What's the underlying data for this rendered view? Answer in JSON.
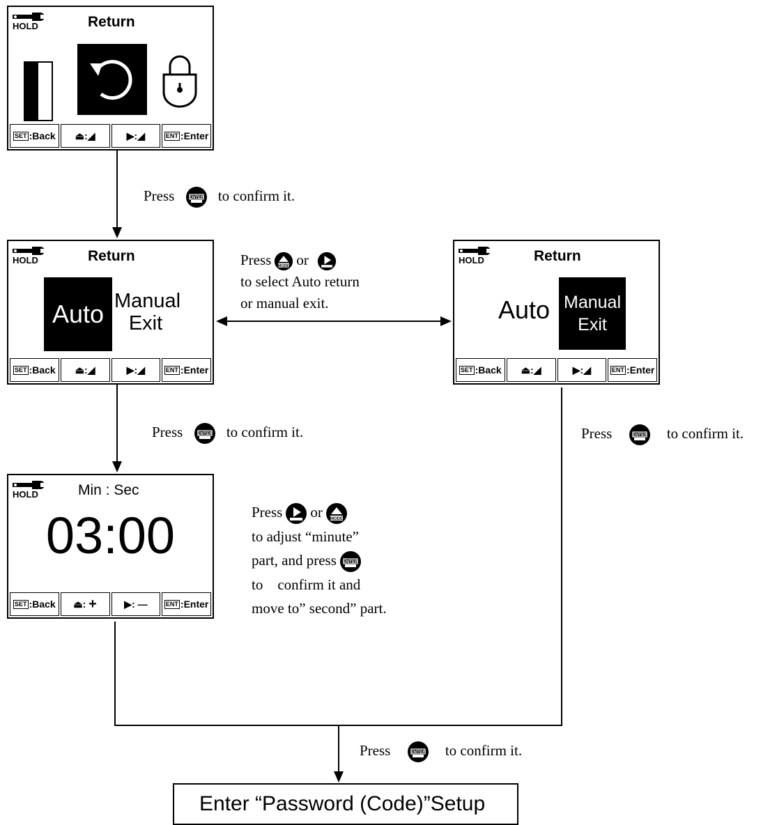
{
  "screens": {
    "s1": {
      "hold": "HOLD",
      "title": "Return",
      "keys": [
        "Back",
        "",
        "",
        "Enter"
      ]
    },
    "s2": {
      "hold": "HOLD",
      "title": "Return",
      "auto": "Auto",
      "manual": "Manual",
      "exit": "Exit",
      "keys": [
        "Back",
        "",
        "",
        "Enter"
      ]
    },
    "s3": {
      "hold": "HOLD",
      "title": "Return",
      "auto": "Auto",
      "manual": "Manual",
      "exit": "Exit",
      "keys": [
        "Back",
        "",
        "",
        "Enter"
      ]
    },
    "s4": {
      "hold": "HOLD",
      "title": "Min : Sec",
      "time": "03:00",
      "keys": [
        "Back",
        "+",
        "—",
        "Enter"
      ]
    }
  },
  "key_tags": {
    "set": "SET",
    "ent": "ENT"
  },
  "button_labels": {
    "enter": "ENTER",
    "mode": "MODE"
  },
  "notes": {
    "press": "Press",
    "or": "or",
    "confirm": "to confirm it.",
    "select_line1": "to select Auto return",
    "select_line2": "or manual exit.",
    "adjust_line1": "to adjust “minute”",
    "adjust_line2": "part, and press",
    "adjust_line3": "to    confirm it and",
    "adjust_line4": "move to” second” part."
  },
  "final_box": "Enter “Password (Code)”Setup"
}
